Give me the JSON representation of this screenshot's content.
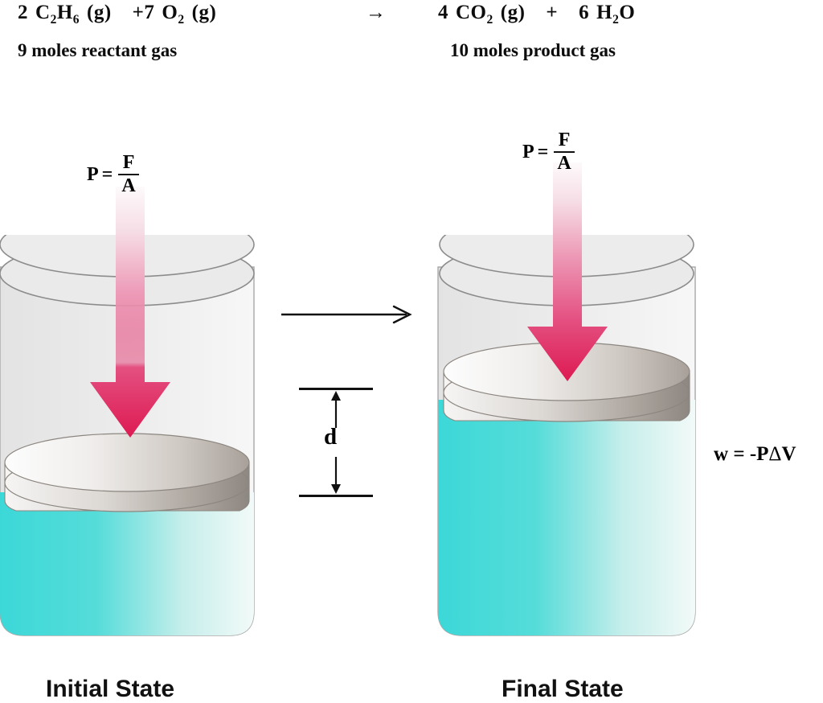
{
  "equation": {
    "reactants": {
      "coef1": "2",
      "species1": "C2H6",
      "species1_parts": {
        "c": "C",
        "c_sub": "2",
        "h": "H",
        "h_sub": "6"
      },
      "state1": "(g)",
      "plus": "+",
      "coef2": "7",
      "species2": "O2",
      "species2_parts": {
        "o": "O",
        "o_sub": "2"
      },
      "state2": "(g)"
    },
    "arrow": "→",
    "products": {
      "coef1": "4",
      "species1_parts": {
        "co": "CO",
        "co_sub": "2"
      },
      "state1": "(g)",
      "plus": "+",
      "coef2": "6",
      "species2_parts": {
        "h": "H",
        "h_sub": "2",
        "o": "O"
      }
    },
    "moles_reactant": "9 moles reactant gas",
    "moles_product": "10 moles product gas",
    "full_reactants_text": "2 C2H6 (g)   + 7 O2 (g)",
    "full_products_text": "4 CO2 (g)  +  6 H2O"
  },
  "pressure_label": {
    "symbol": "P",
    "equals": "=",
    "numerator": "F",
    "denominator": "A",
    "full": "P = F/A"
  },
  "distance": {
    "label": "d"
  },
  "work": {
    "symbol": "w",
    "equals": "=",
    "expression": "-P",
    "delta": "Δ",
    "volume": "V",
    "full": "w = -PΔV"
  },
  "captions": {
    "initial": "Initial State",
    "final": "Final State"
  },
  "cylinders": {
    "initial": {
      "name": "Initial State",
      "piston_position": "low",
      "liquid_level": "low"
    },
    "final": {
      "name": "Final State",
      "piston_position": "high",
      "liquid_level": "high"
    }
  },
  "colors": {
    "arrow_pink_dark": "#DD1A52",
    "arrow_pink_light": "#FAF2F4",
    "liquid_cyan": "#3ED8D8",
    "liquid_pale": "#EFF9F8",
    "cylinder_glass": "#EAEAEA",
    "cylinder_outline": "#8C8C8C",
    "piston_light": "#FBFBFB",
    "piston_dark": "#9E9489",
    "text": "#0C0C0C"
  },
  "icons": {
    "pressure_arrow": "arrow-down-icon",
    "transition": "arrow-right-icon",
    "distance_up": "arrow-up-small-icon",
    "distance_down": "arrow-down-small-icon"
  }
}
